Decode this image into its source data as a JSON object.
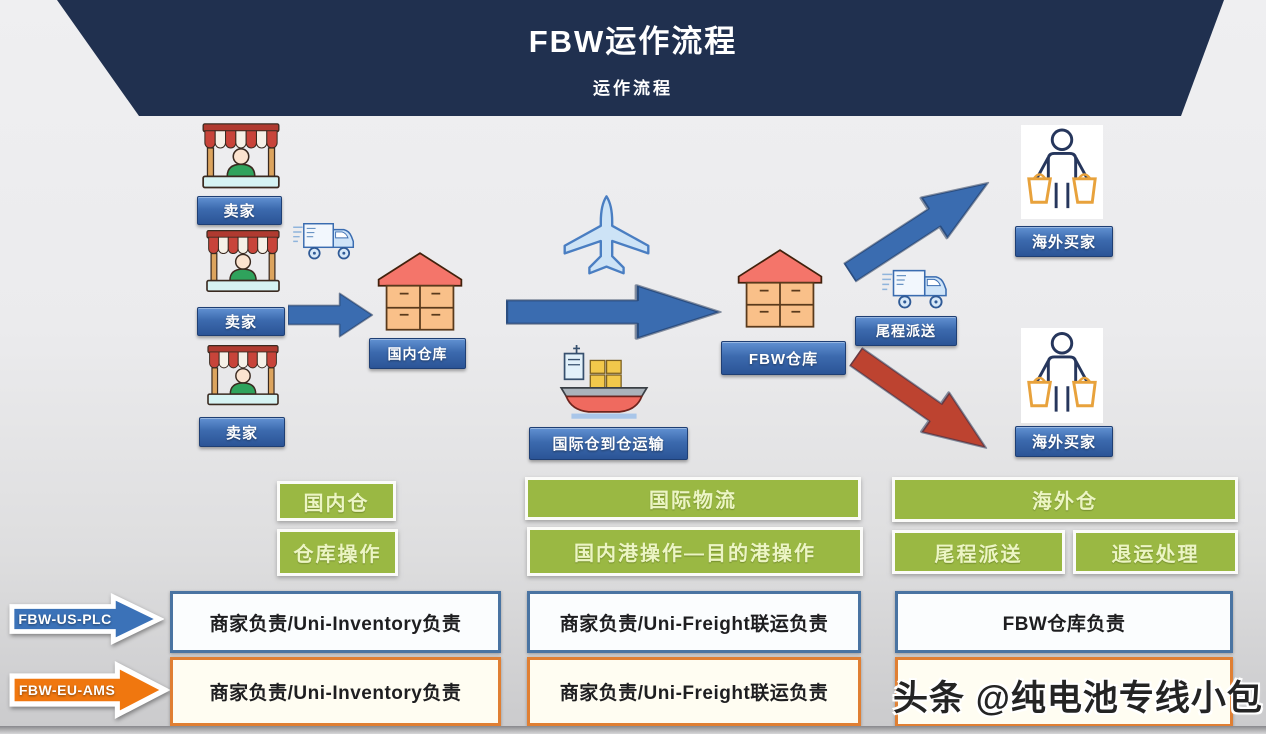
{
  "header": {
    "title": "FBW运作流程",
    "subtitle": "运作流程"
  },
  "flow": {
    "sellers": [
      {
        "label": "卖家"
      },
      {
        "label": "卖家"
      },
      {
        "label": "卖家"
      }
    ],
    "domestic_warehouse": "国内仓库",
    "fbw_warehouse": "FBW仓库",
    "intl_transport": "国际仓到仓运输",
    "last_mile": "尾程派送",
    "overseas_buyer_air": "海外买家",
    "overseas_buyer_sea": "海外买家"
  },
  "stages": {
    "domestic": {
      "title": "国内仓",
      "operation": "仓库操作"
    },
    "international": {
      "title": "国际物流",
      "operation": "国内港操作—目的港操作"
    },
    "overseas": {
      "title": "海外仓",
      "operation_left": "尾程派送",
      "operation_right": "退运处理"
    }
  },
  "routes": [
    {
      "code": "FBW-US-PLC",
      "color": "#3b72b8",
      "cells": [
        "商家负责/Uni-Inventory负责",
        "商家负责/Uni-Freight联运负责",
        "FBW仓库负责"
      ]
    },
    {
      "code": "FBW-EU-AMS",
      "color": "#f0770f",
      "cells": [
        "商家负责/Uni-Inventory负责",
        "商家负责/Uni-Freight联运负责",
        ""
      ]
    }
  ],
  "watermark": "头条 @纯电池专线小包",
  "icons": {
    "stall": "market-stall-icon",
    "truck": "delivery-truck-icon",
    "warehouse": "warehouse-icon",
    "plane": "airplane-icon",
    "ship": "cargo-ship-icon",
    "buyer": "person-with-shopping-bags-icon",
    "arrow": "flow-arrow-icon"
  },
  "colors": {
    "header_bg": "#20304f",
    "tag_blue": "#3c6aae",
    "stage_green": "#9ab843",
    "route_us_blue": "#3b72b8",
    "route_eu_orange": "#f0770f",
    "arrow_blue": "#3a6cb0",
    "arrow_red": "#bd4330"
  }
}
